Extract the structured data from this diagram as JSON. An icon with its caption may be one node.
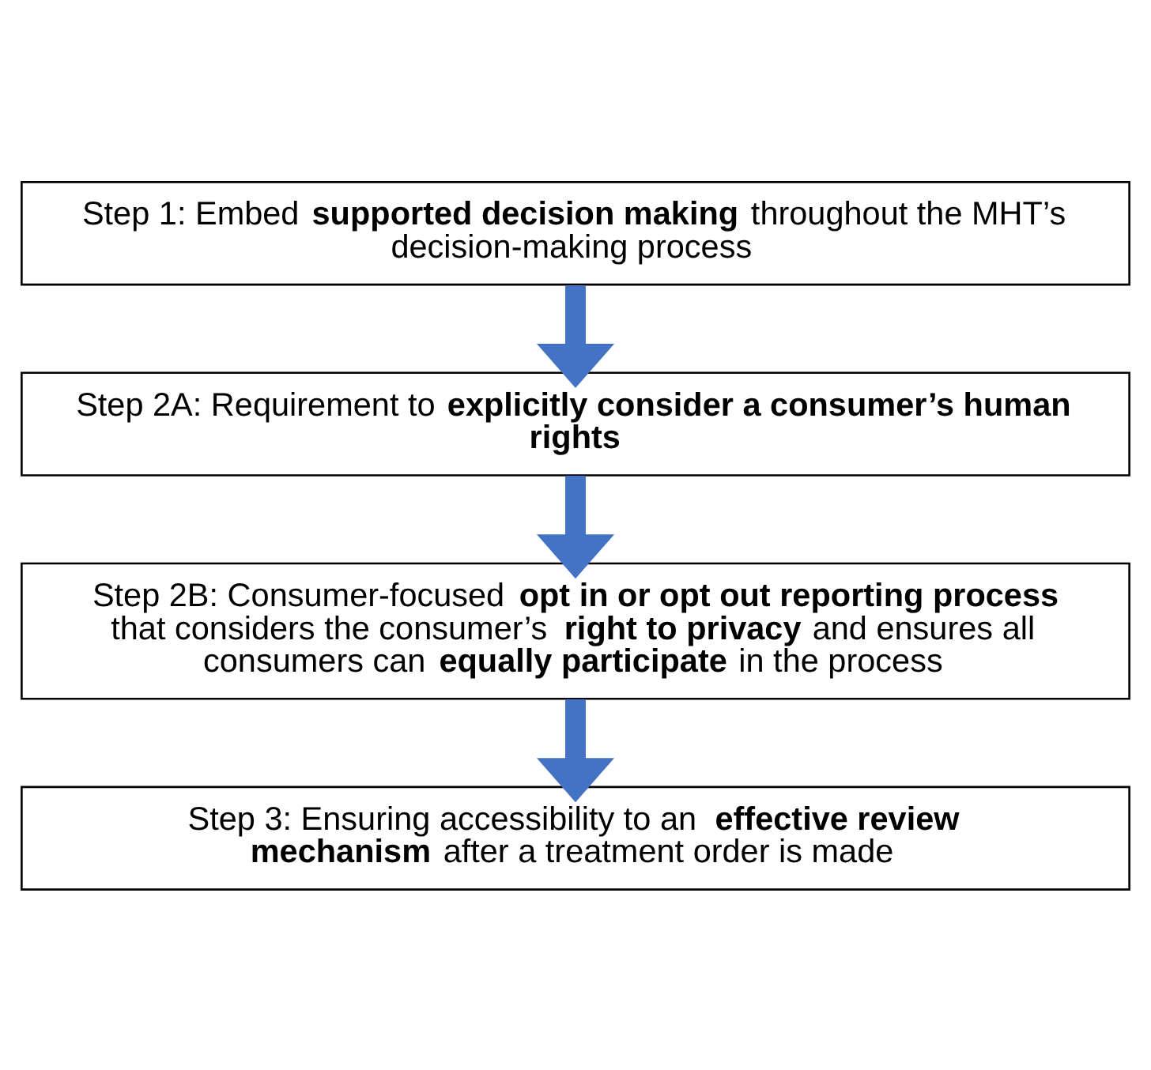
{
  "diagram": {
    "nodes": [
      {
        "text": [
          "Step 1: Embed **supported decision making** throughout the MHT’s decision-making process"
        ]
      },
      {
        "text": [
          "Step 2A: Requirement to **explicitly consider a consumer’s human rights**"
        ]
      },
      {
        "text": [
          "Step 2B: Consumer-focused **opt in or opt out reporting process** that considers the consumer’s **right to privacy** and ensures all consumers can **equally participate** in the process"
        ]
      },
      {
        "text": [
          "Step 3:  Ensuring accessibility to an **effective review mechanism** after a treatment order is made"
        ]
      }
    ],
    "edges": [
      {
        "from": 0,
        "to": 1,
        "arrow": "to",
        "color": "#4472c4"
      },
      {
        "from": 1,
        "to": 2,
        "arrow": "to",
        "color": "#4472c4"
      },
      {
        "from": 2,
        "to": 3,
        "arrow": "to",
        "color": "#4472c4"
      }
    ]
  }
}
